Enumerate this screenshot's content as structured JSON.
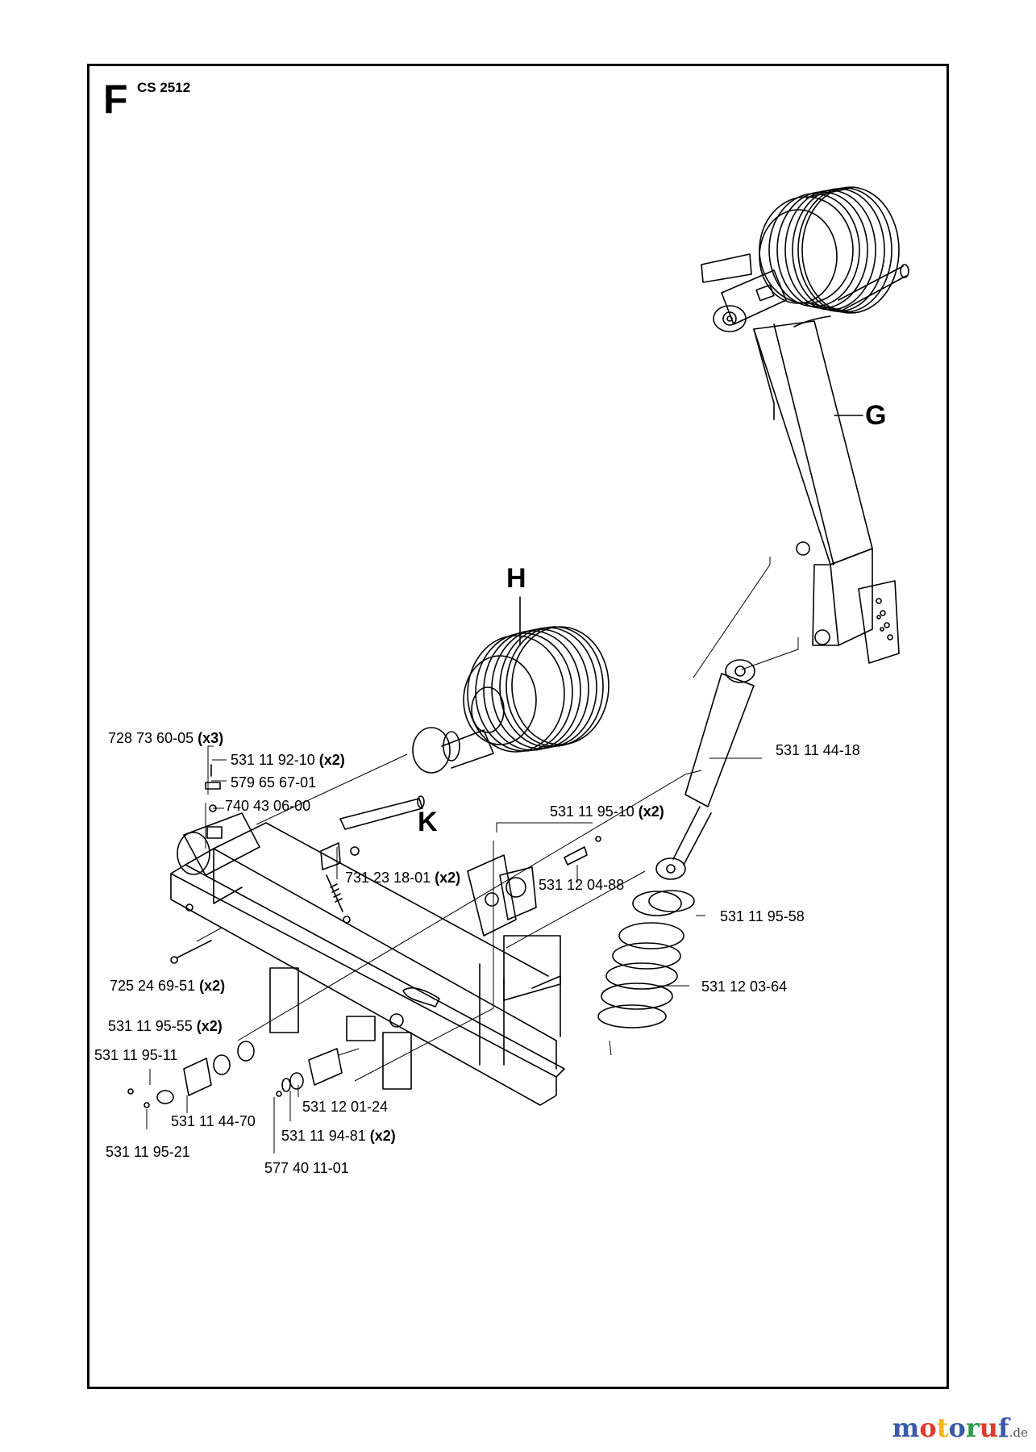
{
  "header": {
    "section_letter": "F",
    "model": "CS 2512"
  },
  "assemblies": {
    "G": "G",
    "H": "H",
    "K": "K"
  },
  "parts": [
    {
      "id": "p1",
      "number": "728 73 60-05",
      "qty": "(x3)"
    },
    {
      "id": "p2",
      "number": "531 11 92-10",
      "qty": "(x2)"
    },
    {
      "id": "p3",
      "number": "579 65 67-01",
      "qty": ""
    },
    {
      "id": "p4",
      "number": "740 43 06-00",
      "qty": ""
    },
    {
      "id": "p5",
      "number": "731 23 18-01",
      "qty": "(x2)"
    },
    {
      "id": "p6",
      "number": "531 11 95-10",
      "qty": "(x2)"
    },
    {
      "id": "p7",
      "number": "531 12 04-88",
      "qty": ""
    },
    {
      "id": "p8",
      "number": "531 11 44-18",
      "qty": ""
    },
    {
      "id": "p9",
      "number": "531 11 95-58",
      "qty": ""
    },
    {
      "id": "p10",
      "number": "531 12 03-64",
      "qty": ""
    },
    {
      "id": "p11",
      "number": "725 24 69-51",
      "qty": "(x2)"
    },
    {
      "id": "p12",
      "number": "531 11 95-55",
      "qty": "(x2)"
    },
    {
      "id": "p13",
      "number": "531 11 95-11",
      "qty": ""
    },
    {
      "id": "p14",
      "number": "531 11 44-70",
      "qty": ""
    },
    {
      "id": "p15",
      "number": "531 11 95-21",
      "qty": ""
    },
    {
      "id": "p16",
      "number": "531 12 01-24",
      "qty": ""
    },
    {
      "id": "p17",
      "number": "531 11 94-81",
      "qty": "(x2)"
    },
    {
      "id": "p18",
      "number": "577 40 11-01",
      "qty": ""
    }
  ],
  "watermark": {
    "letters": [
      "m",
      "o",
      "t",
      "o",
      "r",
      "u",
      "f"
    ],
    "colors": [
      "#3b5ba9",
      "#e03a2f",
      "#f2b51c",
      "#3b5ba9",
      "#2e9b48",
      "#e03a2f",
      "#3b5ba9"
    ],
    "tld": ".de"
  }
}
